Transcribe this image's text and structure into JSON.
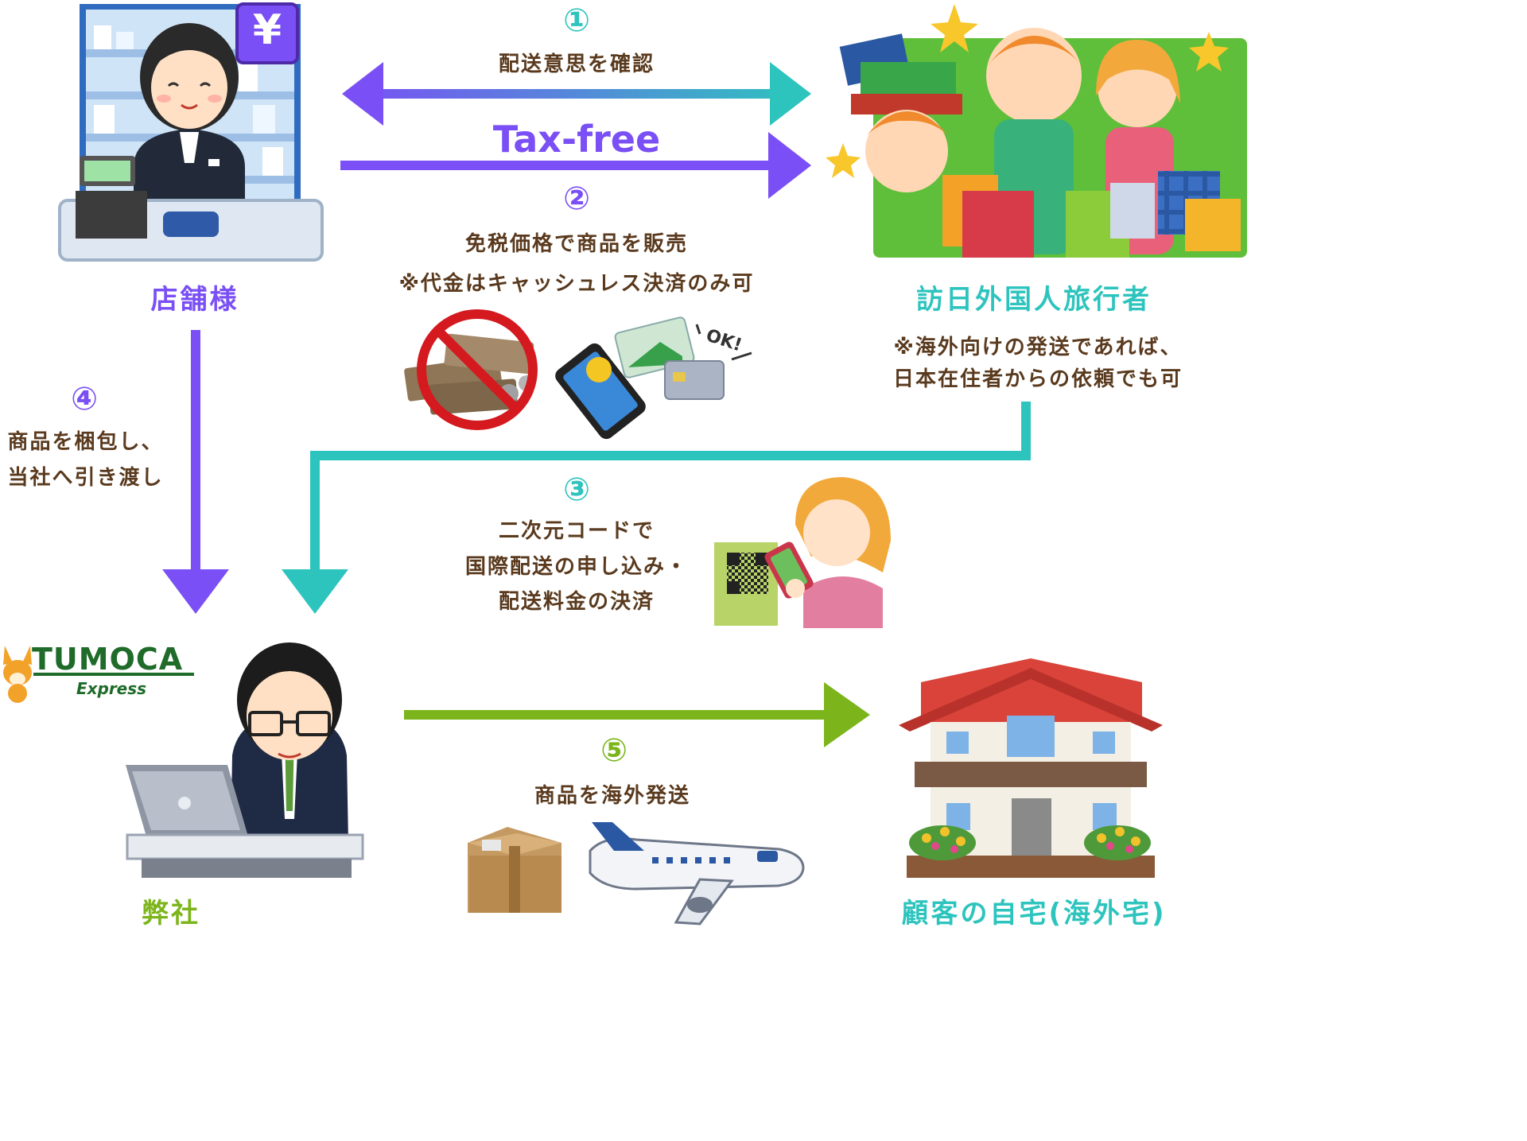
{
  "colors": {
    "purple": "#7a4ff5",
    "teal": "#2ec4be",
    "green": "#7cb51b",
    "brown": "#5a3a1e",
    "logo_green": "#1f6b2a"
  },
  "nodes": {
    "store": {
      "title": "店舗様",
      "icon": "shop-clerk-icon",
      "sign": "¥"
    },
    "travelers": {
      "title": "訪日外国人旅行者",
      "note_line1": "※海外向けの発送であれば、",
      "note_line2": "日本在住者からの依頼でも可",
      "icon": "shopping-tourists-icon"
    },
    "company": {
      "title": "弊社",
      "icon": "office-worker-icon"
    },
    "home": {
      "title": "顧客の自宅(海外宅)",
      "icon": "house-icon"
    }
  },
  "logo": {
    "name": "TUMOCA",
    "sub": "Express"
  },
  "steps": [
    {
      "num": "①",
      "line1": "配送意思を確認",
      "color": "teal"
    },
    {
      "num": "②",
      "arrow_text": "Tax-free",
      "line1": "免税価格で商品を販売",
      "line2": "※代金はキャッシュレス決済のみ可",
      "color": "purple"
    },
    {
      "num": "③",
      "line1": "二次元コードで",
      "line2": "国際配送の申し込み・",
      "line3": "配送料金の決済",
      "color": "teal"
    },
    {
      "num": "④",
      "line1": "商品を梱包し、",
      "line2": "当社へ引き渡し",
      "color": "purple"
    },
    {
      "num": "⑤",
      "line1": "商品を海外発送",
      "color": "green"
    }
  ],
  "payment": {
    "ok_text": "OK!",
    "no_cash_icon": "no-cash-icon",
    "cashless_icon": "smartphone-card-icon"
  },
  "qr": {
    "icon": "qr-code-icon",
    "person_icon": "woman-scanning-icon"
  },
  "shipping": {
    "box_icon": "cardboard-box-icon",
    "plane_icon": "airplane-icon"
  }
}
